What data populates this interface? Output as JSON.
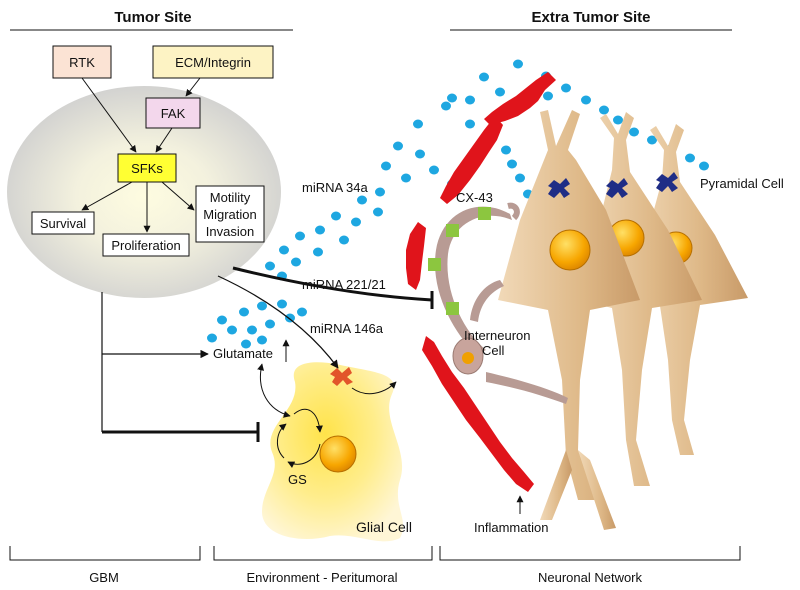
{
  "headers": {
    "tumor_site": "Tumor Site",
    "extra_tumor_site": "Extra Tumor Site"
  },
  "nodes": {
    "rtk": "RTK",
    "ecm": "ECM/Integrin",
    "fak": "FAK",
    "sfks": "SFKs",
    "survival": "Survival",
    "proliferation": "Proliferation",
    "motility_line1": "Motility",
    "motility_line2": "Migration",
    "motility_line3": "Invasion"
  },
  "labels": {
    "mirna_34a": "miRNA 34a",
    "mirna_221": "miRNA 221/21",
    "mirna_146a": "miRNA 146a",
    "glutamate": "Glutamate",
    "gs": "GS",
    "glial_cell": "Glial Cell",
    "cx43": "CX-43",
    "interneuron_line1": "Interneuron",
    "interneuron_line2": "Cell",
    "pyramidal_cell": "Pyramidal Cell",
    "inflammation": "Inflammation"
  },
  "sections": {
    "gbm": "GBM",
    "environment": "Environment - Peritumoral",
    "neuronal": "Neuronal Network"
  },
  "colors": {
    "tumor_fill": "#d9d9d9",
    "rtk_box": "#fbe3d4",
    "ecm_box": "#fdf3c4",
    "fak_box": "#f3d7ec",
    "sfks_box": "#ffff33",
    "dots": "#1ea7e1",
    "blood_vessel": "#e0141b",
    "neuron": "#deb887",
    "glial": "#ffe36b",
    "nucleus": "#f7a600",
    "gap_junction": "#8cc63f",
    "interneuron": "#b89b94",
    "receptor": "#1f2d86",
    "glial_receptor": "#e2552a"
  }
}
